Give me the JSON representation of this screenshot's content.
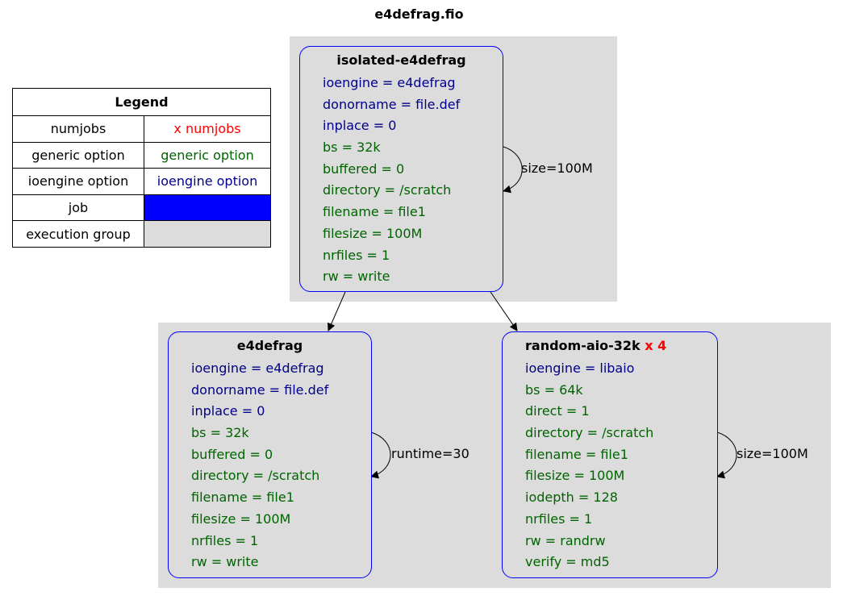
{
  "title": "e4defrag.fio",
  "legend": {
    "header": "Legend",
    "rows": [
      {
        "name": "numjobs",
        "sample": "x numjobs",
        "kind": "numjobs"
      },
      {
        "name": "generic option",
        "sample": "generic option",
        "kind": "generic"
      },
      {
        "name": "ioengine option",
        "sample": "ioengine option",
        "kind": "ioengine"
      },
      {
        "name": "job",
        "sample": "",
        "kind": "job"
      },
      {
        "name": "execution group",
        "sample": "",
        "kind": "group"
      }
    ]
  },
  "colors": {
    "numjobs": "#ff0000",
    "generic": "#006400",
    "ioengine": "#00008b",
    "job": "#0000ff",
    "group": "#dcdcdc"
  },
  "jobs": {
    "isolated": {
      "name": "isolated-e4defrag",
      "ioengine_opts": [
        "ioengine = e4defrag",
        "donorname = file.def",
        "inplace = 0"
      ],
      "generic_opts": [
        "bs = 32k",
        "buffered = 0",
        "directory = /scratch",
        "filename = file1",
        "filesize = 100M",
        "nrfiles = 1",
        "rw = write"
      ],
      "loop_label": "size=100M"
    },
    "e4defrag": {
      "name": "e4defrag",
      "ioengine_opts": [
        "ioengine = e4defrag",
        "donorname = file.def",
        "inplace = 0"
      ],
      "generic_opts": [
        "bs = 32k",
        "buffered = 0",
        "directory = /scratch",
        "filename = file1",
        "filesize = 100M",
        "nrfiles = 1",
        "rw = write"
      ],
      "loop_label": "runtime=30"
    },
    "random": {
      "name": "random-aio-32k",
      "numjobs": "x 4",
      "ioengine_opts": [
        "ioengine = libaio"
      ],
      "generic_opts": [
        "bs = 64k",
        "direct = 1",
        "directory = /scratch",
        "filename = file1",
        "filesize = 100M",
        "iodepth = 128",
        "nrfiles = 1",
        "rw = randrw",
        "verify = md5"
      ],
      "loop_label": "size=100M"
    }
  }
}
